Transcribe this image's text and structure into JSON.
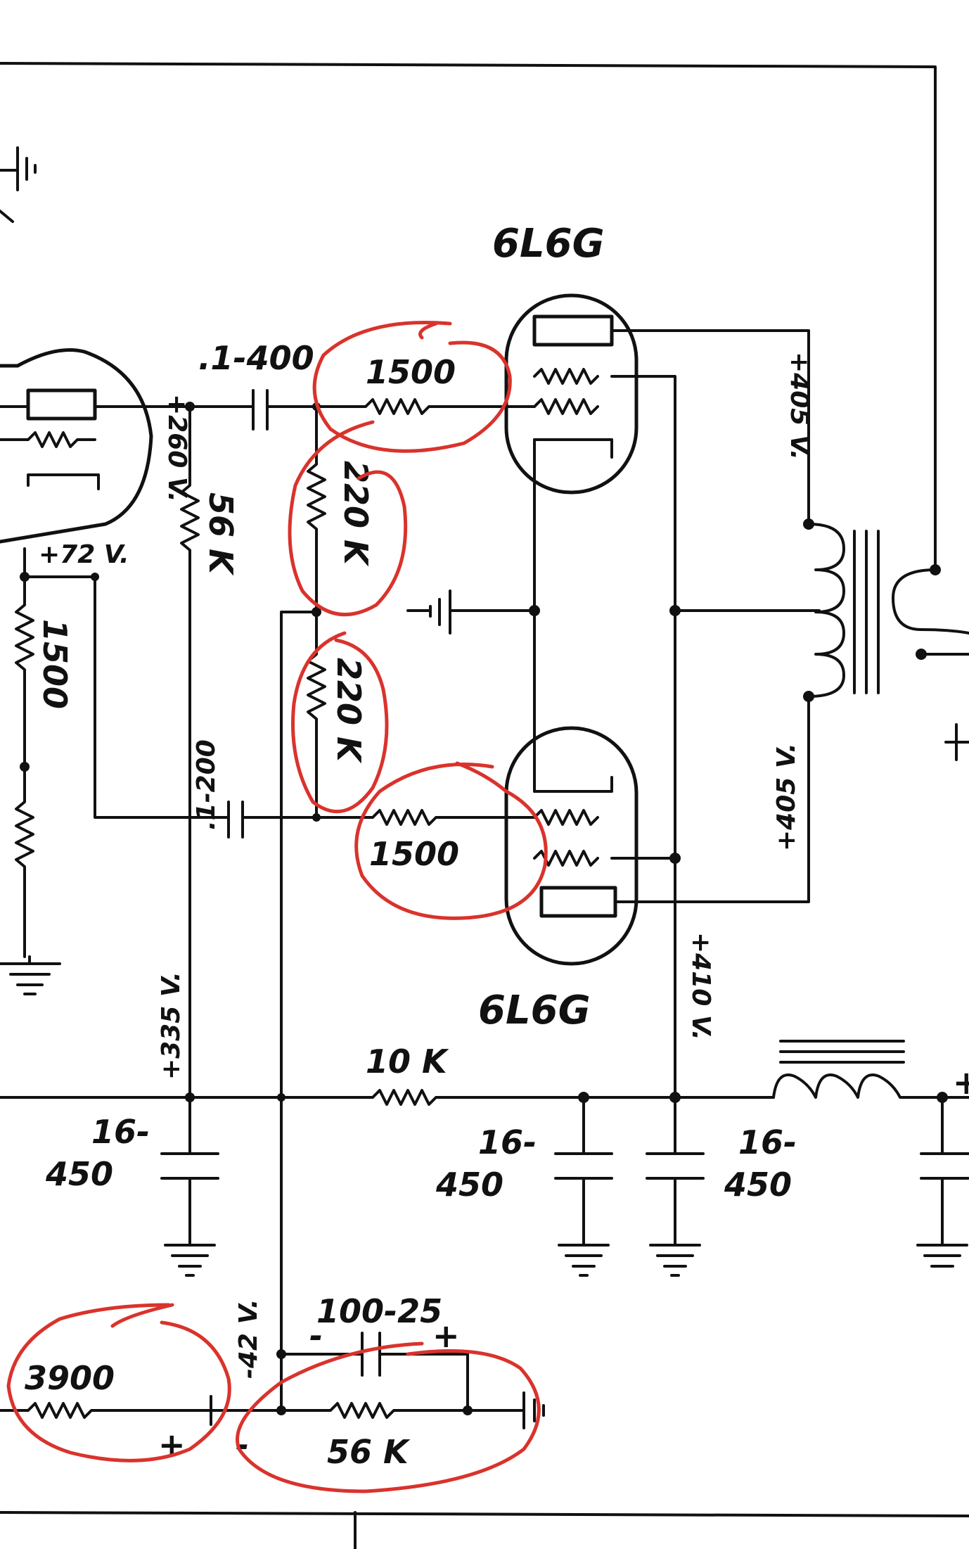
{
  "tubes": {
    "upper": {
      "label": "6L6G"
    },
    "lower": {
      "label": "6L6G"
    }
  },
  "voltages": {
    "plate_driver": "+260 V.",
    "cathode_driver": "+72 V.",
    "screen_supply": "+335 V.",
    "plate_upper": "+405 V.",
    "plate_lower": "+405 V.",
    "b_plus": "+410 V.",
    "bias": "-42 V."
  },
  "components": {
    "coupling_cap_upper": ".1-400",
    "coupling_cap_lower": ".1-200",
    "grid_stopper_upper": "1500",
    "grid_stopper_lower": "1500",
    "grid_leak_upper": "220 K",
    "grid_leak_lower": "220 K",
    "plate_load": "56 K",
    "cathode_res_driver": "1500",
    "dropping_res": "10 K",
    "filter_cap_1": [
      "16-",
      "450"
    ],
    "filter_cap_2": [
      "16-",
      "450"
    ],
    "filter_cap_3": [
      "16-",
      "450"
    ],
    "bias_cap": "100-25",
    "bias_res_left": "3900",
    "bias_res_right": "56 K"
  },
  "polarity": {
    "bias_cap_minus": "-",
    "bias_cap_plus": "+",
    "res_plus": "+",
    "res_minus": "-",
    "filter_plus": "+"
  },
  "annotations": {
    "color": "#d9332c",
    "circled": [
      "grid_stopper_upper",
      "grid_leak_upper",
      "grid_leak_lower",
      "grid_stopper_lower",
      "bias_res_left",
      "bias_res_right"
    ]
  }
}
